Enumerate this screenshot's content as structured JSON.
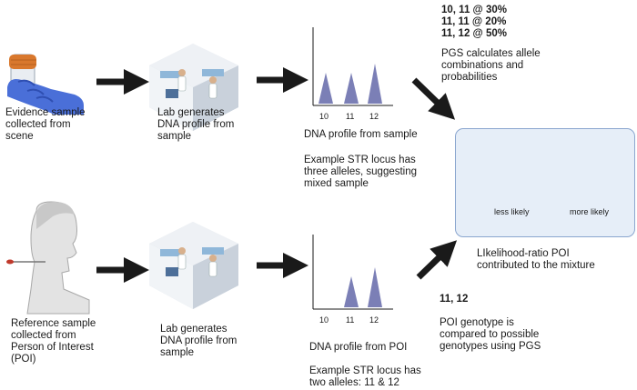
{
  "top": {
    "step1": "Evidence sample\ncollected from\nscene",
    "step2": "Lab generates\nDNA profile from\nsample",
    "profile_caption": "DNA profile from sample",
    "profile_note": "Example STR locus has\nthree alleles, suggesting\nmixed sample",
    "ticks": [
      "10",
      "11",
      "12"
    ]
  },
  "combos": {
    "lines": "10, 11 @ 30%\n11, 11 @ 20%\n11, 12 @ 50%",
    "desc": "PGS calculates allele\ncombinations and\nprobabilities"
  },
  "gauge": {
    "less": "less likely",
    "more": "more likely",
    "caption": "LIkelihood-ratio POI\ncontributed to the mixture",
    "colors": [
      "#2e9e4a",
      "#8cc63f",
      "#f2c21b",
      "#f39c12",
      "#e8542e",
      "#d7262a"
    ]
  },
  "bottom": {
    "step1": "Reference sample\ncollected from\nPerson of Interest\n(POI)",
    "step2": "Lab generates\nDNA profile from\nsample",
    "profile_caption": "DNA profile from POI",
    "profile_note": "Example STR locus has\ntwo alleles: 11 & 12",
    "ticks": [
      "10",
      "11",
      "12"
    ]
  },
  "poi": {
    "genotype": "11, 12",
    "desc": "POI genotype is\ncompared to possible\ngenotypes using PGS"
  }
}
